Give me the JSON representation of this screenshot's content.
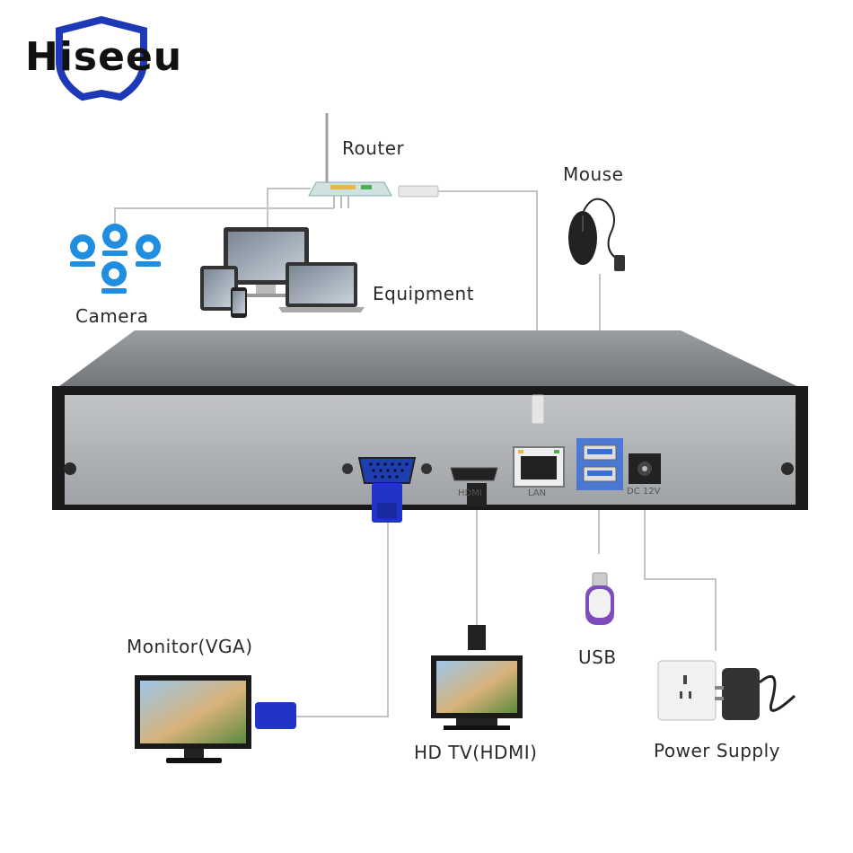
{
  "brand": {
    "name": "Hiseeu"
  },
  "devices": {
    "router": "Router",
    "mouse": "Mouse",
    "equipment": "Equipment",
    "camera": "Camera",
    "monitor_vga": "Monitor(VGA)",
    "hd_tv": "HD TV(HDMI)",
    "usb": "USB",
    "power_supply": "Power Supply"
  },
  "ports": {
    "hdmi": "HDMI",
    "lan": "LAN",
    "dc": "DC 12V"
  },
  "colors": {
    "brand_blue": "#1d39b8",
    "camera_blue": "#1f8de0",
    "vga_blue": "#2233c8",
    "usb_blue": "#3a6fd8",
    "nvr_panel": "#a9abae",
    "nvr_top": "#8c8f93"
  }
}
